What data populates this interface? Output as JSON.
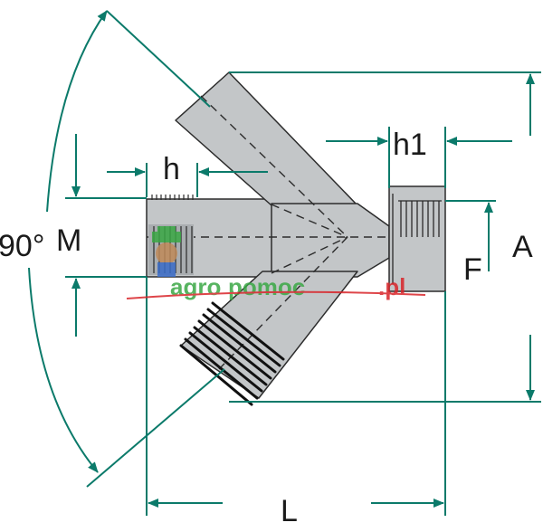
{
  "colors": {
    "dimension": "#0b7a6a",
    "body_fill": "#c3c6c8",
    "body_stroke": "#2c2c2c",
    "thread": "#2a2a2a",
    "watermark_green": "#3aa845",
    "watermark_red": "#d9252a",
    "label": "#1a1a1a"
  },
  "labels": {
    "angle": "90°",
    "m": "M",
    "h": "h",
    "h1": "h1",
    "f": "F",
    "a": "A",
    "l": "L"
  },
  "watermark": {
    "part1": "agro",
    "part2": "pomoc",
    "part3": ".pl"
  }
}
